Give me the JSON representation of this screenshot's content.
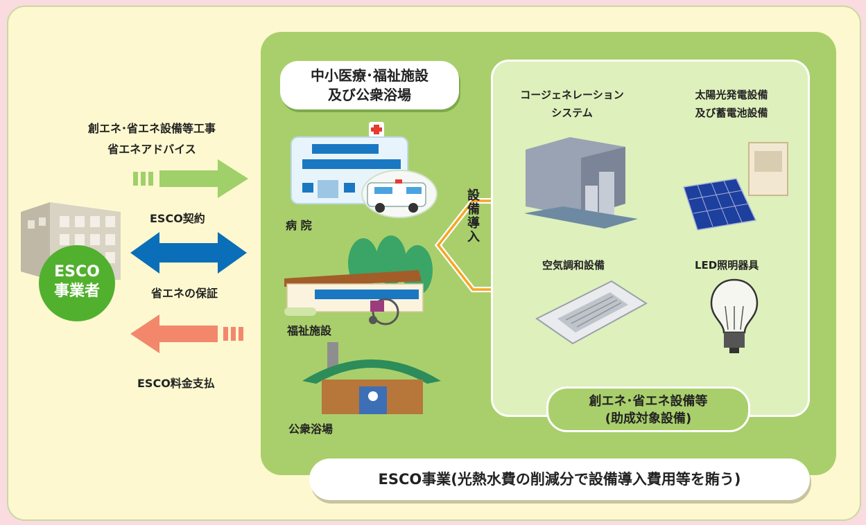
{
  "facility_title": {
    "line1": "中小医療･福祉施設",
    "line2": "及び公衆浴場"
  },
  "left_labels": {
    "work_line1": "創エネ･省エネ設備等工事",
    "work_line2": "省エネアドバイス",
    "contract": "ESCO契約",
    "guarantee": "省エネの保証",
    "payment": "ESCO料金支払"
  },
  "esco_operator": {
    "line1": "ESCO",
    "line2": "事業者"
  },
  "facilities": {
    "hospital": "病 院",
    "welfare": "福祉施設",
    "bathhouse": "公衆浴場"
  },
  "install_label": "設備導入",
  "equipment": {
    "cogeneration_line1": "コージェネレーション",
    "cogeneration_line2": "システム",
    "solar_line1": "太陽光発電設備",
    "solar_line2": "及び蓄電池設備",
    "aircon": "空気調和設備",
    "led": "LED照明器具"
  },
  "equip_bubble": {
    "line1": "創エネ･省エネ設備等",
    "line2": "(助成対象設備)"
  },
  "esco_banner": "ESCO事業(光熱水費の削減分で設備導入費用等を賄う)",
  "colors": {
    "arrow_green": "#9fd06a",
    "arrow_blue": "#0a6fb8",
    "arrow_salmon": "#f3876c",
    "esco_green": "#52b02f",
    "install_arrow": "#f5a623"
  }
}
